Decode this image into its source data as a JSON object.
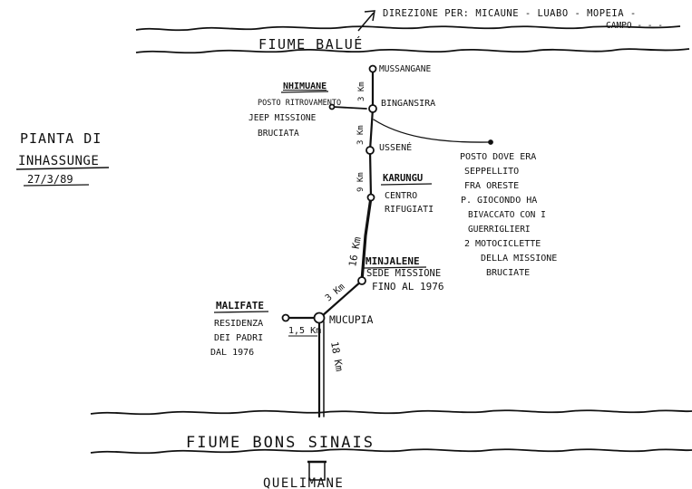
{
  "direction_note": {
    "line1": "DIREZIONE PER: MICAUNE - LUABO - MOPEIA -",
    "line2": "CAMPO - - -"
  },
  "rivers": {
    "top": "FIUME BALUÉ",
    "bottom": "FIUME BONS SINAIS"
  },
  "bottom_place": "QUELIMANE",
  "map_title": {
    "line1": "PIANTA DI",
    "line2": "INHASSUNGE",
    "date": "27/3/89"
  },
  "places": {
    "mussangane": "MUSSANGANE",
    "bingansira": "BINGANSIRA",
    "ussene": "USSENÉ",
    "mucupia": "MUCUPIA",
    "nhimuane": {
      "name": "NHIMUANE",
      "note1": "POSTO RITROVAMENTO",
      "note2": "JEEP MISSIONE",
      "note3": "BRUCIATA"
    },
    "karungu": {
      "name": "KARUNGU",
      "note1": "CENTRO",
      "note2": "RIFUGIATI"
    },
    "minjalene": {
      "name": "MINJALENE",
      "note1": "SEDE MISSIONE",
      "note2": "FINO AL 1976"
    },
    "malifate": {
      "name": "MALIFATE",
      "note1": "RESIDENZA",
      "note2": "DEI PADRI",
      "note3": "DAL 1976"
    }
  },
  "distances": {
    "d1": "3 Km",
    "d2": "3 Km",
    "d3": "9 Km",
    "d4": "16 Km",
    "d5": "3 Km",
    "d6": "1,5 Km",
    "d7": "18 Km"
  },
  "notes": {
    "grave": {
      "l1": "POSTO DOVE ERA",
      "l2": "SEPPELLITO",
      "l3": "FRA ORESTE"
    },
    "giocondo": {
      "l1": "P. GIOCONDO HA",
      "l2": "BIVACCATO CON I",
      "l3": "GUERRIGLIERI"
    },
    "motorcycles": {
      "l1": "2 MOTOCICLETTE",
      "l2": "DELLA MISSIONE",
      "l3": "BRUCIATE"
    }
  }
}
